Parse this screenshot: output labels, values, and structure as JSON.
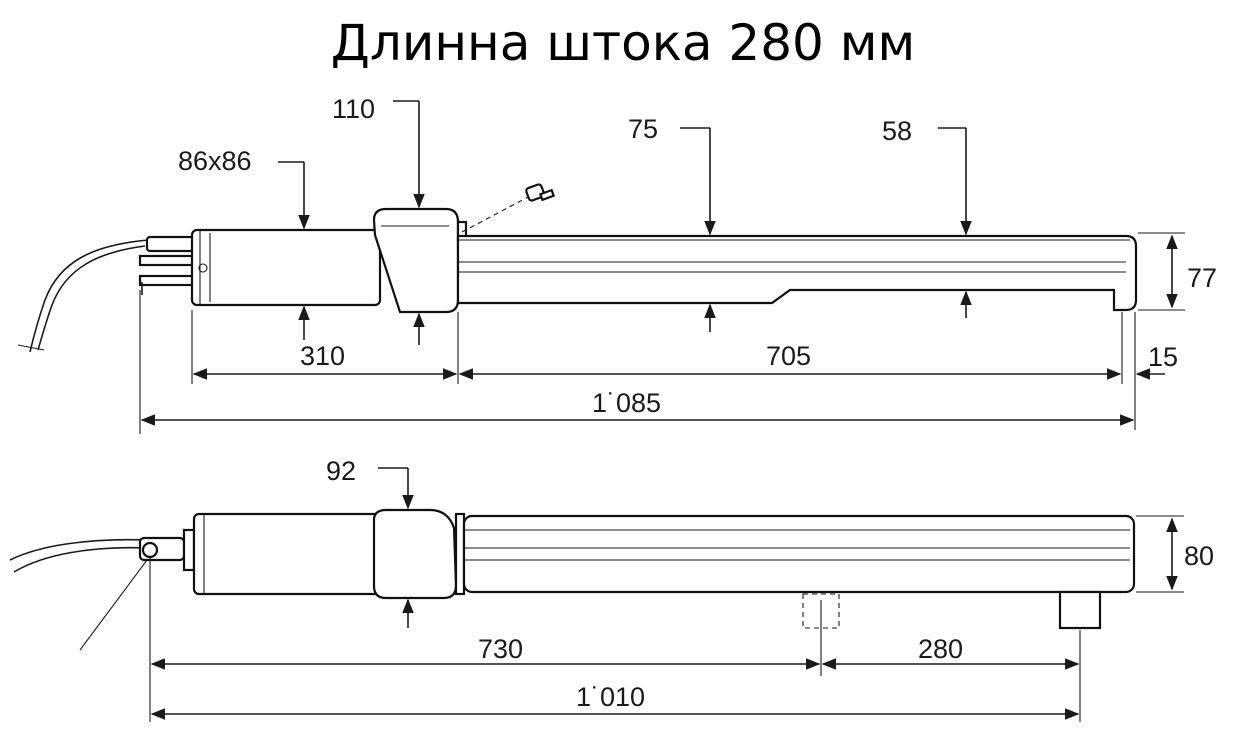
{
  "title": "Длинна штока 280 мм",
  "top_view": {
    "dims": {
      "d_86x86": "86x86",
      "d_110": "110",
      "d_75": "75",
      "d_58": "58",
      "d_77": "77",
      "d_310": "310",
      "d_705": "705",
      "d_15": "15",
      "d_1085": "1˙085"
    }
  },
  "bottom_view": {
    "dims": {
      "d_92": "92",
      "d_80": "80",
      "d_730": "730",
      "d_280": "280",
      "d_1010": "1˙010"
    }
  }
}
